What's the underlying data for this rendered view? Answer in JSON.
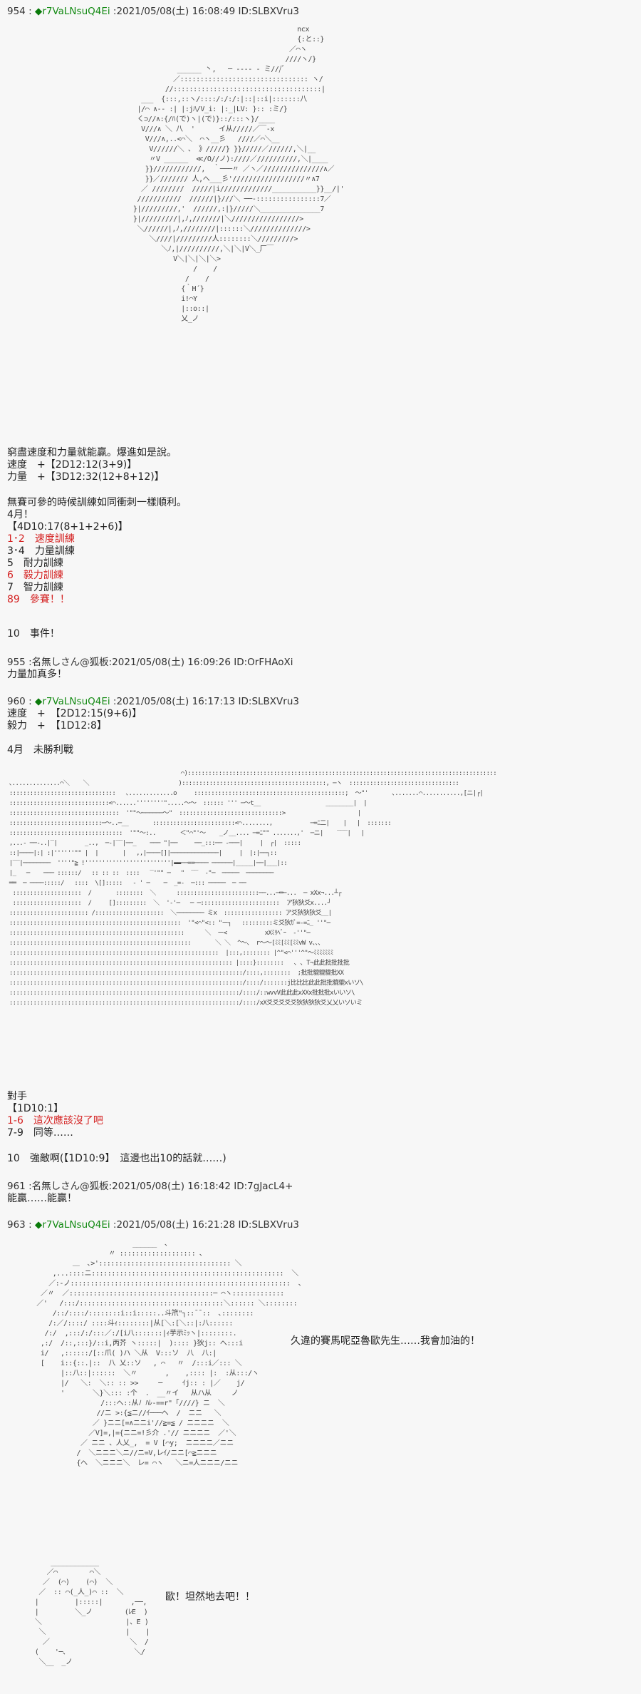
{
  "posts": [
    {
      "number": "954",
      "separator": " : ",
      "diamond": "◆",
      "tripcode": "r7VaLNsuQ4Ei",
      "meta": " :2021/05/08(土) 16:08:49 ID:SLBXVru3",
      "ascii_art": "                                            ncx\n                                            {:と::}\n                                          ／⌒ヽ\n                                         ////ヽ/}\n              ______ 丶,   ─ ‐‐‐‐ ‐ ミ///ﾞ\n             ／:::::::::::::::::::::::::::::::: ヽ/\n           //:::::::::::::::::::::::::::::::::::::|\n     ___  {:::,::ヽ/::::/:/:/:|::|::i|:::::::八\n    |/⌒ ∧‐- :| |:jﾊ/V_i: |:_|LV: }:: :ミ/}\n    く⊃//∧:{/ﾊ(で)ヽ|(で)}::/:::ヽ}/____\n     V///∧ ＼ 八  '      イ从/////／￣‐x\n      V///∧,..<⌒＼  ⌒ヽ__彡   ////／⌒＼__\n       V//////＼ 、 》/////} }}/////／//////,＼|__\n       〃V ______  ≪/O//ノ):////／//////////,＼|____\n      }}////////////,  ｀───〃 ／ヽ／///////////////∧／\n      }}／/////// 人,へ___彡'//////////////////〃∧7\n     ／ ////////  /////|i/////////////___________}}__/|'\n    ///////////  //////|}///＼ ──‐::::::::::::::::7／\n   }|/////////,'  //////,:|}/////＼_______________7\n   }|/////////|,ﾉ,///////|＼/////////////////>\n    ＼//////|,ﾉ,////////|::::::＼//////////////>\n       ＼////|/////////人::::::::＼/////////>\n          ＼ﾉ,|//////////,＼|＼|V＼_厂￣\n             V＼|＼|＼|＼>\n                  /    /\n                /    /\n               {｀H´}\n               i!⌒Y\n               |::o::|\n               乂_ノ",
      "lines": [
        {
          "text": "窮盡速度和力量就能贏。爆進如是說。",
          "color": "default"
        },
        {
          "text": "速度　+【2D12:12(3+9)】",
          "color": "default"
        },
        {
          "text": "力量　+【3D12:32(12+8+12)】",
          "color": "default"
        },
        {
          "text": "",
          "color": "default"
        },
        {
          "text": "無賽可參的時候訓練如同衝刺一樣順利。",
          "color": "default"
        },
        {
          "text": "4月！",
          "color": "default"
        },
        {
          "text": "【4D10:17(8+1+2+6)】",
          "color": "default"
        },
        {
          "text": "1･2　速度訓練",
          "color": "red"
        },
        {
          "text": "3･4　力量訓練",
          "color": "default"
        },
        {
          "text": "5　耐力訓練",
          "color": "default"
        },
        {
          "text": "6　毅力訓練",
          "color": "red"
        },
        {
          "text": "7　智力訓練",
          "color": "default"
        },
        {
          "text": "89　參賽！！",
          "color": "red"
        },
        {
          "text": "",
          "color": "default"
        },
        {
          "text": "10　事件！",
          "color": "default"
        }
      ]
    },
    {
      "number": "955",
      "separator": " :",
      "name": "名無しさん@狐板",
      "meta": ":2021/05/08(土) 16:09:26 ID:OrFHAoXi",
      "lines": [
        {
          "text": "力量加真多！",
          "color": "default"
        }
      ]
    },
    {
      "number": "960",
      "separator": " : ",
      "diamond": "◆",
      "tripcode": "r7VaLNsuQ4Ei",
      "meta": " :2021/05/08(土) 16:17:13 ID:SLBXVru3",
      "lines_top": [
        {
          "text": "速度　+　【2D12:15(9+6)】",
          "color": "default"
        },
        {
          "text": "毅力　+　【1D12:8】",
          "color": "default"
        },
        {
          "text": "",
          "color": "default"
        },
        {
          "text": "4月　未勝利戰",
          "color": "default"
        }
      ],
      "ascii_art": "                                                   ⌒)::::::::::::::::::::::::::::::::::::::::::::::::::::::::::::::::::::::::::::::::::::::::::\n ､..............⌒＼    ＼                          )::::::::::::::::::::::::::::::::::::::::::, ─ヽ  ::::::::::::::::::::::::::::::::\n :::::::::::::::::::::::::::::::   ､.............o     ::::::::::::::::::::::::::::::::::::::::::::;  ～\"'       ､.......⌒...........,[ニ|┌|\n :::::::::::::::::::::::::::::<⌒......''''''''\".....～～  :::::: ''' ─～t__                   ________|  |\n ::::::::::::::::::::::::::::::::  '\"\"～──────～\"  ::::::::::::::::::::::::::::::>                     |\n :::::::::::::::::::::::::::─～..─__       ::::::::::::::::::::::::<⌒........,           ─=ﾆ二|    |   |  :::::::\n :::::::::::::::::::::::::::::::::  '\"\"～:..       ＜\"⌒\"'～    _ノ__.... ─=ﾆ\"\" .......,'  ─ニ|    ‾‾‾|   |\n ,...- ──-..|‾|        _..,  ─‐|‾‾|──_    ─── \"|──     ──_:::── ‐───|     |  ┌|  :::::\n ::|────|:| :|''''''\"\" |  |       |   ,,|────[]|──────────────|     |  |:|──┐::\n |‾‾|────────  ''''\"≧ !'''''''''''''''''''''''''|▬▬──==──── ──────|_____|──|___|::\n |_   ─    ─── ::::::/   :: :: ::  ::::   ‾'\"\" ─   \"  ‾‾  ‐\"─  ─────  ────────\n ══  ─ ────:::::/   ::::  \\[]:::::   - ' ─    ─  _=-  ─::: ─────  ─ ──\n  ::::::::::::::::::::  /       ::::::::  ＼      ::::::::::::::::::::::::──...─═─...  ─ xXx¬...┴┌\n  ::::::::::::::::::::  /     []:::::::::  ＼  '‐'─   ─ ─:::::::::::::::::::::::  ア狄狄爻x....┘\n ::::::::::::::::::::::: /::::::::::::::::::::  ＼──────── ミx  ::::::::::::::::: ア爻狄狄狄爻__|\n ::::::::::::::::::::::::::::::::::::::::::::::::::  '\"<⌒\"<:: \"ー┐   :::::::::ミ爻狄ｶﾟ=-=ﾆ_ ''\"─\n :::::::::::::::::::::::::::::::::::::::::::::::::::      ＼  ー<           xXﾐﾘﾍﾞｰ  ‐''\"─\n :::::::::::::::::::::::::::::::::::::::::::::::::::::       ＼ ＼  ^～、 r～～[ﾐﾐ[ﾐﾐ[ﾐﾐvW v、、、\n :::::::::::::::::::::::::::::::::::::::::::::::::::::::::::::  |:::,:::::::: |^\"<⌒'''^\"～ﾐﾐﾐﾐﾐﾐﾐ\n ::::::::::::::::::::::::::::::::::::::::::::::::::::::::::::::::: |::::}::::::::   ､ ､ T¬此此批批批批\n ::::::::::::::::::::::::::::::::::::::::::::::::::::::::::::::::::::/::::,::::::::  ;批批貔貔貔批XX\n ::::::::::::::::::::::::::::::::::::::::::::::::::::::::::::::::::::/::::/:::::::j比比比此此批批貔貔xいソ\\\n :::::::::::::::::::::::::::::::::::::::::::::::::::::::::::::::::::/::::/::wvvV此此此xXXx批批批xいいソ\\\n :::::::::::::::::::::::::::::::::::::::::::::::::::::::::::::::::::/::::/xX爻爻爻爻爻狄狄狄狄爻乂乂いソいミ",
      "lines": [
        {
          "text": "對手",
          "color": "default"
        },
        {
          "text": "【1D10:1】",
          "color": "default"
        },
        {
          "text": "1-6　這次應該沒了吧",
          "color": "red"
        },
        {
          "text": "7-9　同等……",
          "color": "default"
        },
        {
          "text": "",
          "color": "default"
        },
        {
          "text": "10　強敵啊(【1D10:9】　這邊也出10的話就……)",
          "color": "default"
        }
      ]
    },
    {
      "number": "961",
      "separator": " :",
      "name": "名無しさん@狐板",
      "meta": ":2021/05/08(土) 16:18:42 ID:7gJacL4+",
      "lines": [
        {
          "text": "能贏……能贏！",
          "color": "default"
        }
      ]
    },
    {
      "number": "963",
      "separator": " : ",
      "diamond": "◆",
      "tripcode": "r7VaLNsuQ4Ei",
      "meta": " :2021/05/08(土) 16:21:28 ID:SLBXVru3",
      "ascii_art_1": "                          ______  ､\n                    〃 ::::::::::::::::::: ､\n           ＿  ､>'::::::::::::::::::::::::::::::::: ＼\n      ,...::::ニ::::::::::::::::::::::::::::::::::::::::::::::::  ＼\n     ／:-ノ:::::::::::::::::::::::::::::::::::::::::::::::::::::::  ､\n   ／〃  ／::::::::::::::::::::::::::::::::::::─ ⌒ヽ:::::::::::::\n  ／'   /:::/::::::::::::::::::::::::::::::::::::＼:::::: ＼::::::::\n      /::/::::/::::::::i::i:::::..斗笊\"┐::¯¯::  ､::::::::\n     /:／/::::/ ::::斗ｨ::::::::|从[＼:[＼::|:八::::::\n    /:/  ,:::/:/:::／:/[i八:::::::|ｨ芋示ﾐｯヽ|::::::::.\n   ,:/  /::,:::}/::i,丙芥 ヽ:::::|  ):::: }狄j:: へ:::i\n   i/   ,::::::/[::爪( )ハ ＼从  V:::ソ  八  八:|\n   [    i::{::.|::  八 乂::ソ   , ⌒   〃  /:::i／::: ＼\n        |::八::|::::::  ＼〃       ,    ,:::: |:  :从:::/ヽ\n        |/   ＼:  ＼:: :: >>     ─     ｲj:: : |／    j/\n        '       ＼}＼::: :个  .  __〃イ   从ハ从     ノ\n                  /:::へ::从ﾉ ﾊﾚ‐==r\"「////} ニ  ＼\n                 //ニ >:{≦ニ//ｲ───へ  /  ニニ   ＼\n                ／ }ニニ[=∧ニニi'//≧=≦ / ニニニニ  ＼\n               ／V]=,|={ニニ=!彡介 .'// ニニニニ  ／'＼\n             ／ ニニ 、人乂_,  = V [⌒y;  ニニニニ／ニニ\n            /  ＼ニニニ＼ニ//ニ=V,レｲ/ニニ[⌒≧ニニニ\n            {へ  ＼ニニニ＼  レ= ⌒ヽ   ＼ニ=人ニニニ/ニニ",
      "speech_1": "久違的賽馬呢亞魯歐先生……我會加油的！",
      "ascii_art_2": "          ____________\n         ／⌒        ⌒＼\n        ／  (⌒)    (⌒)  ＼\n       ／  :: ⌒(_人_)⌒ ::  ＼\n      |         |:::::|       ,──,\n      |         ＼_ノ        (ﾚE  )\n      ＼                     |、E )\n       ＼                    |    |\n        ／                    ＼  /\n      (    '─､                 ＼/\n       ＼__  _ノ",
      "speech_2": "歐！坦然地去吧！！"
    }
  ],
  "colors": {
    "background": "#f7f7f7",
    "text": "#222222",
    "tripcode_green": "#138a13",
    "highlight_red": "#d42020"
  }
}
